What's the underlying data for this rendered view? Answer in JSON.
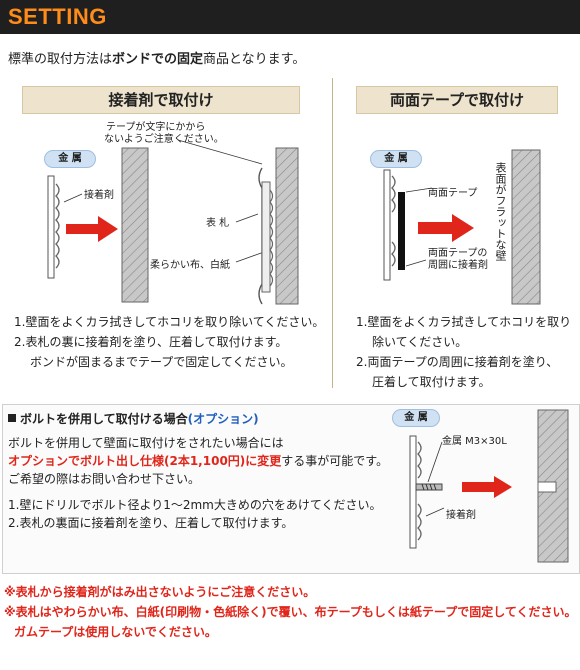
{
  "header": {
    "title": "SETTING"
  },
  "intro": {
    "pre": "標準の取付方法は",
    "bold": "ボンドでの固定",
    "post": "商品となります。"
  },
  "adhesive_section": {
    "title": "接着剤で取付け",
    "badge": "金 属",
    "labels": {
      "adhesive": "接着剤",
      "tape_note_1": "テープが文字にかから",
      "tape_note_2": "ないようご注意ください。",
      "plate": "表 札",
      "cloth": "柔らかい布、白紙"
    },
    "steps": [
      "1.壁面をよくカラ拭きしてホコリを取り除いてください。",
      "2.表札の裏に接着剤を塗り、圧着して取付けます。",
      "ボンドが固まるまでテープで固定してください。"
    ]
  },
  "tape_section": {
    "title": "両面テープで取付け",
    "badge": "金 属",
    "labels": {
      "double_tape": "両面テープ",
      "around_1": "両面テープの",
      "around_2": "周囲に接着剤",
      "wall_vertical": "表面がフラットな壁"
    },
    "steps": [
      "1.壁面をよくカラ拭きしてホコリを取り",
      "除いてください。",
      "2.両面テープの周囲に接着剤を塗り、",
      "圧着して取付けます。"
    ]
  },
  "bolt_section": {
    "heading": "ボルトを併用して取付ける場合",
    "heading_option": "(オプション)",
    "badge": "金 属",
    "bolt_label": "金属 M3×30L",
    "adhesive_label": "接着剤",
    "line1": "ボルトを併用して壁面に取付けをされたい場合には",
    "line2_red": "オプションでボルト出し仕様(2本1,100円)に変更",
    "line2_post": "する事が可能です。",
    "line3": "ご希望の際はお問い合わせ下さい。",
    "step1": "1.壁にドリルでボルト径より1～2mm大きめの穴をあけてください。",
    "step2": "2.表札の裏面に接着剤を塗り、圧着して取付けます。"
  },
  "notes": [
    "※表札から接着剤がはみ出さないようにご注意ください。",
    "※表札はやわらかい布、白紙(印刷物・色紙除く)で覆い、布テープもしくは紙テープで固定してください。",
    "ガムテープは使用しないでください。"
  ],
  "colors": {
    "accent_orange": "#ff8c1a",
    "arrow_red": "#e0261b",
    "badge_blue": "#cfe1f3",
    "title_beige": "#eee3cc"
  }
}
